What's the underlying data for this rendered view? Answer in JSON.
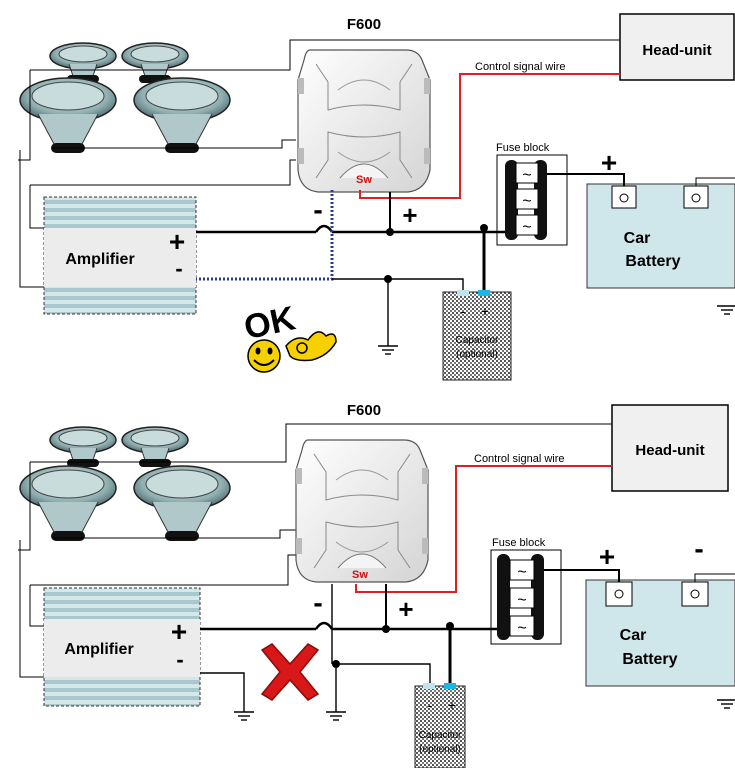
{
  "diagrams": [
    {
      "id": "correct",
      "processor_label": "F600",
      "head_unit_label": "Head-unit",
      "control_wire_label": "Control signal wire",
      "fuse_block_label": "Fuse block",
      "switch_label": "Sw",
      "amplifier_label": "Amplifier",
      "amp_plus": "+",
      "amp_minus": "-",
      "f600_minus": "-",
      "f600_plus": "+",
      "battery_plus": "+",
      "battery_minus": "",
      "battery_label_1": "Car",
      "battery_label_2": "Battery",
      "cap_minus": "-",
      "cap_plus": "+",
      "cap_label_1": "Capacitor",
      "cap_label_2": "(optional)",
      "verdict_text": "OK",
      "verdict_icon": "ok-hand-smiley-icon"
    },
    {
      "id": "wrong",
      "processor_label": "F600",
      "head_unit_label": "Head-unit",
      "control_wire_label": "Control signal wire",
      "fuse_block_label": "Fuse block",
      "switch_label": "Sw",
      "amplifier_label": "Amplifier",
      "amp_plus": "+",
      "amp_minus": "-",
      "f600_minus": "-",
      "f600_plus": "+",
      "battery_plus": "+",
      "battery_minus": "-",
      "battery_label_1": "Car",
      "battery_label_2": "Battery",
      "cap_minus": "-",
      "cap_plus": "+",
      "cap_label_1": "Capacitor",
      "cap_label_2": "(optional)",
      "verdict_text": "",
      "verdict_icon": "red-x-icon"
    }
  ],
  "colors": {
    "wire": "#000000",
    "control_wire": "#e02020",
    "ground_ok": "#2a3a9a",
    "battery": "#cfe6ea",
    "amplifier": "#bcd7dc",
    "head_unit": "#f0f0f0",
    "x_mark": "#d81818",
    "smiley": "#f7d000",
    "cap_cyan": "#19b6e8"
  }
}
